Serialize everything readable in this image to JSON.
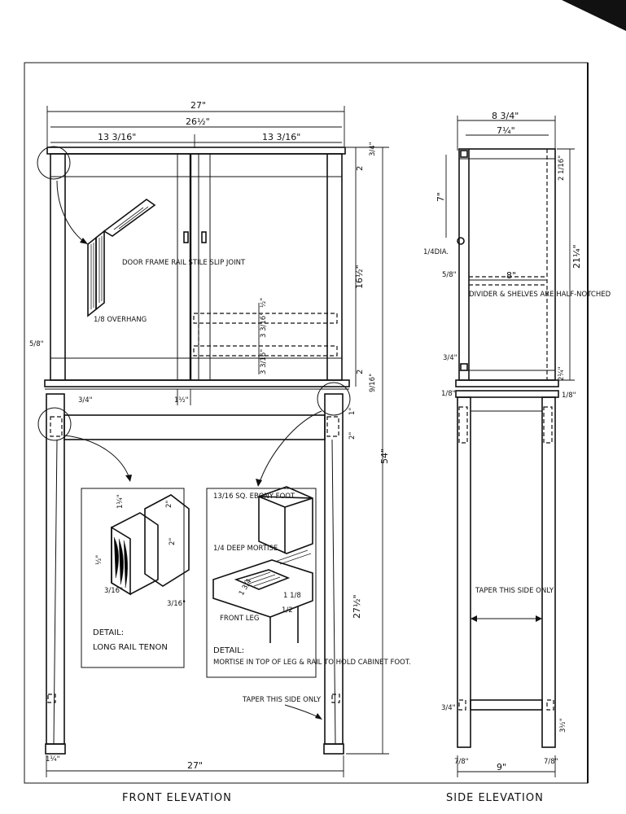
{
  "titles": {
    "front": "FRONT ELEVATION",
    "side": "SIDE ELEVATION"
  },
  "front_dims": {
    "overall_top": "27\"",
    "inner_top": "26½\"",
    "left_door": "13 3/16\"",
    "right_door": "13 3/16\"",
    "overall_bottom": "27\"",
    "height_total": "54\"",
    "leg_height": "27½\"",
    "cabinet_height": "16½\"",
    "top_thick": "3/4\"",
    "top_rail": "2",
    "bottom_rail": "2",
    "foot_gap": "9/16\"",
    "apron_gap": "1\"",
    "apron": "2\"",
    "shelf_top": "½\"",
    "shelf_space1": "3 3/16\"",
    "shelf_space2": "3 3/16\"",
    "side_reveal": "5/8\"",
    "stile_width": "1½\"",
    "leg_inset": "3/4\"",
    "leg_bottom": "1¼\""
  },
  "side_dims": {
    "overall_top": "8 3/4\"",
    "inner_top": "7¼\"",
    "height_total": "21¼\"",
    "pin_dist": "7\"",
    "pin_dia": "1/4DIA.",
    "top_right": "2 1/16\"",
    "shelf_width": "8\"",
    "shelf_offset": "5/8\"",
    "foot_small": "3/4\"",
    "bottom_right": "2¼\"",
    "base_left": "1/8\"",
    "base_right": "1/8\"",
    "stretcher_left": "3/4\"",
    "stretcher_right": "3½\"",
    "foot_left": "7/8\"",
    "foot_right": "7/8\"",
    "bottom_width": "9\""
  },
  "notes": {
    "dividers": "DIVIDER & SHELVES ARE HALF-NOTCHED",
    "door_frame": "DOOR FRAME RAIL STILE SLIP JOINT",
    "overhang": "1/8 OVERHANG",
    "taper_front": "TAPER THIS SIDE ONLY",
    "taper_side": "TAPER THIS SIDE ONLY"
  },
  "details": {
    "tenon_title": "DETAIL:",
    "tenon_caption": "LONG RAIL TENON",
    "tenon_dims": [
      "1¼\"",
      "2\"",
      "2\"",
      "½\"",
      "3/16\"",
      "3/16\""
    ],
    "mortise_title": "DETAIL:",
    "mortise_caption": "MORTISE IN TOP OF LEG & RAIL TO HOLD CABINET FOOT.",
    "ebony": "13/16 SQ. EBONY FOOT",
    "deep_mortise": "1/4 DEEP MORTISE",
    "front_leg": "FRONT LEG",
    "mortise_dims": [
      "1 3/4",
      "1 1/8",
      "1/2"
    ]
  }
}
